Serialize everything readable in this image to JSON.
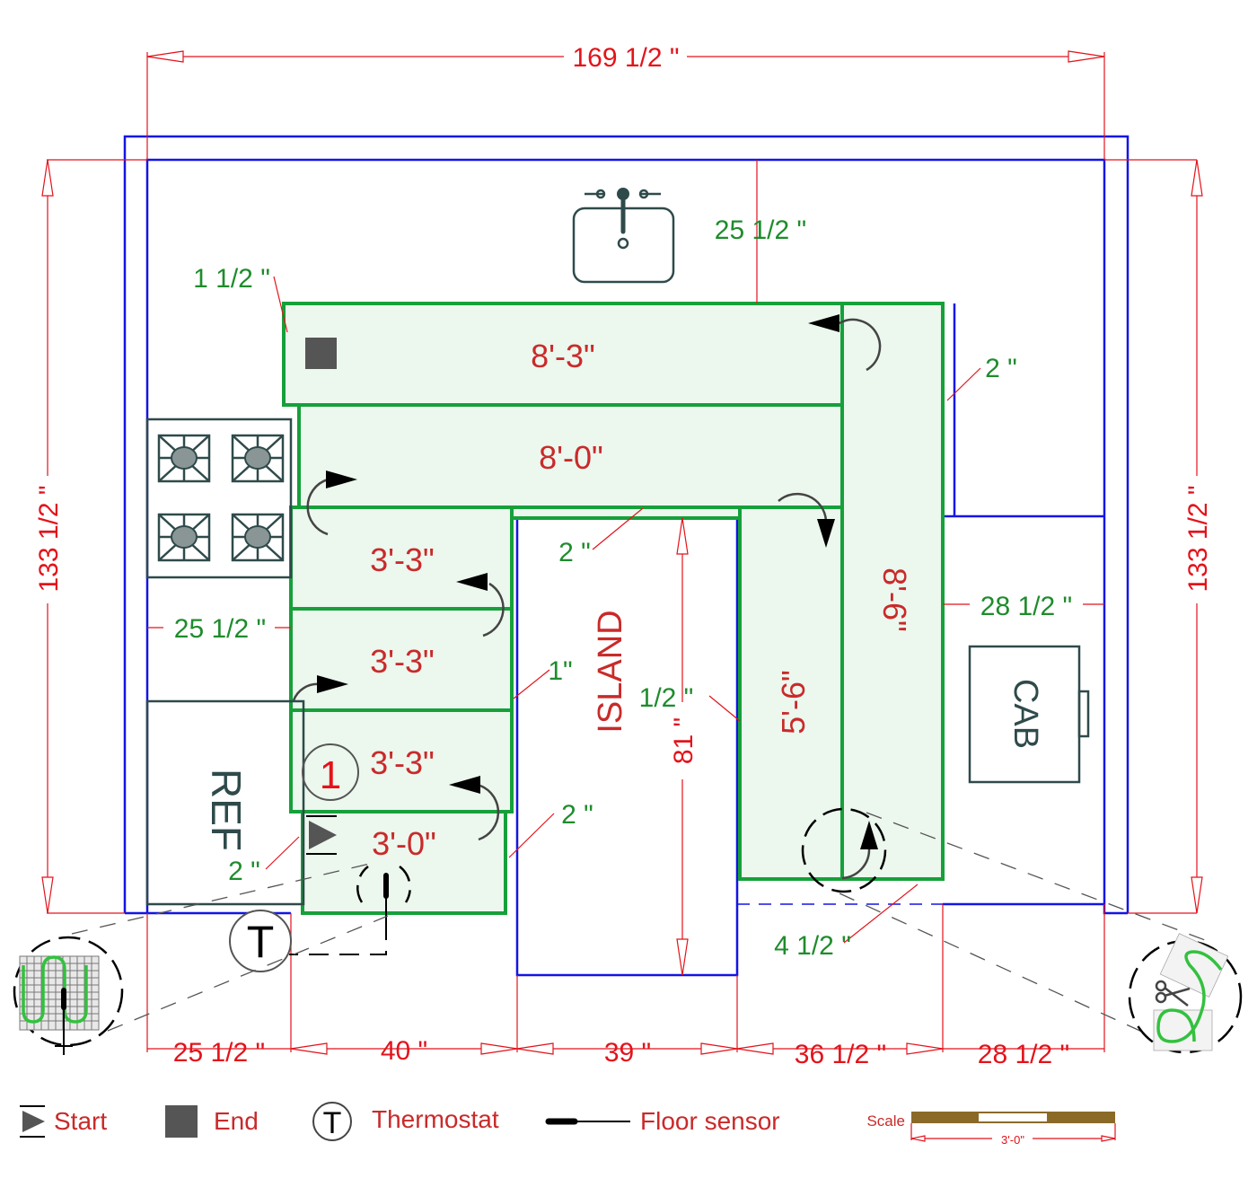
{
  "drawing": {
    "overall_width": "169 1/2 \"",
    "overall_height_left": "133 1/2 \"",
    "overall_height_right": "133 1/2 \"",
    "bottom_dims": [
      "25 1/2 \"",
      "40 \"",
      "39 \"",
      "36 1/2 \"",
      "28 1/2 \""
    ],
    "clearances": {
      "top_left": "1 1/2 \"",
      "sink_gap": "25 1/2 \"",
      "right_upper": "2 \"",
      "island_top": "2 \"",
      "left_stove": "25 1/2 \"",
      "right_cab": "28 1/2 \"",
      "island_left": "1\"",
      "island_right": "1/2 \"",
      "island_left_lower": "2 \"",
      "ref_gap": "2 \"",
      "bottom_right": "4 1/2 \""
    },
    "island_length": "81 \"",
    "labels": {
      "island": "ISLAND",
      "ref": "REF",
      "cab": "CAB",
      "thermostat_mark": "T",
      "zone_number": "1"
    },
    "mats": [
      {
        "id": "mat-1",
        "label": "8'-3\""
      },
      {
        "id": "mat-2",
        "label": "8'-0\""
      },
      {
        "id": "mat-3",
        "label": "3'-3\""
      },
      {
        "id": "mat-4",
        "label": "3'-3\""
      },
      {
        "id": "mat-5",
        "label": "3'-3\""
      },
      {
        "id": "mat-6",
        "label": "3'-0\""
      },
      {
        "id": "mat-7",
        "label": "5'-6\""
      },
      {
        "id": "mat-8",
        "label": "8'-6\""
      }
    ]
  },
  "legend": {
    "start": "Start",
    "end": "End",
    "thermostat": "Thermostat",
    "thermostat_mark": "T",
    "floor_sensor": "Floor sensor",
    "scale_label": "Scale",
    "scale_value": "3'-0\""
  },
  "colors": {
    "dimension": "#e3131b",
    "clearance": "#1e8c2c",
    "mat_border": "#16a03a",
    "mat_fill": "#ecf7ee",
    "wall": "#1414e6",
    "scale_bar": "#8b6a28"
  }
}
